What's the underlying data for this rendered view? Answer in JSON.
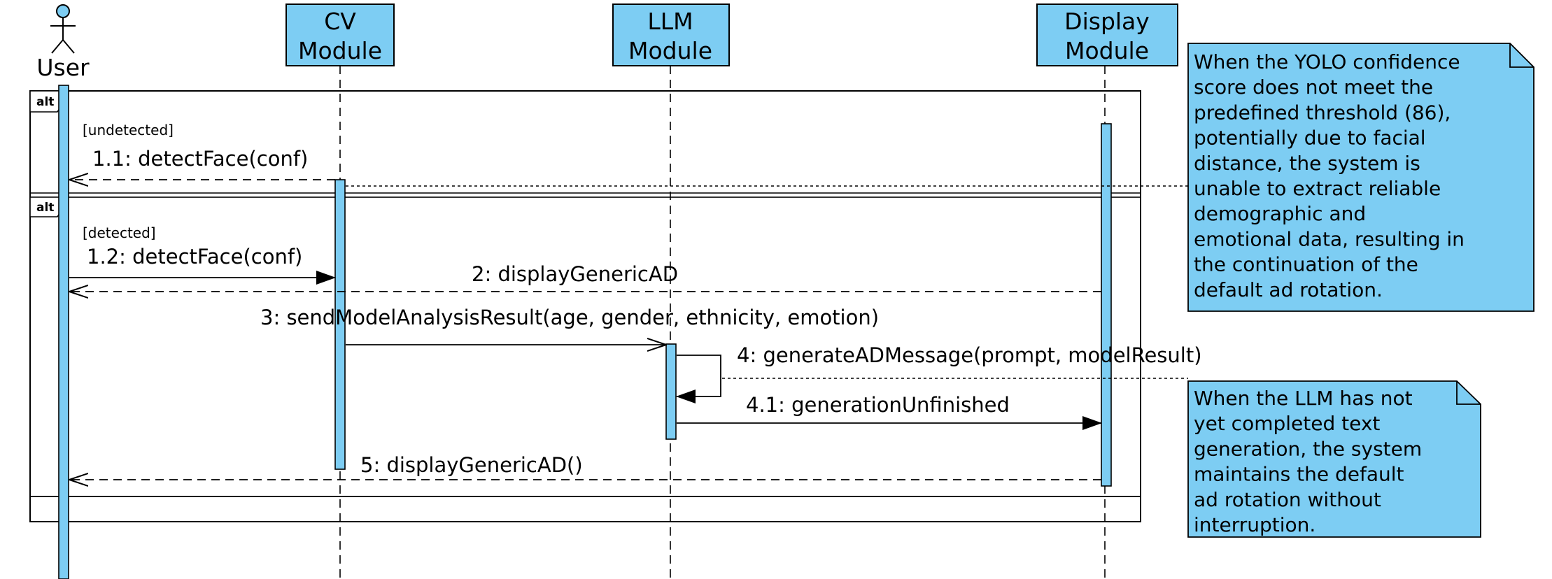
{
  "colors": {
    "fill": "#7dcdf3",
    "stroke": "#000000",
    "background": "#ffffff"
  },
  "actor": {
    "name": "User",
    "icon": "stick-figure-icon"
  },
  "lifelines": [
    {
      "id": "cv",
      "line1": "CV",
      "line2": "Module"
    },
    {
      "id": "llm",
      "line1": "LLM",
      "line2": "Module"
    },
    {
      "id": "display",
      "line1": "Display",
      "line2": "Module"
    }
  ],
  "fragments": [
    {
      "operator": "alt",
      "guard": "[undetected]"
    },
    {
      "operator": "alt",
      "guard": "[detected]"
    }
  ],
  "messages": [
    {
      "id": "m1_1",
      "label": "1.1: detectFace(conf)",
      "style": "return"
    },
    {
      "id": "m1_2",
      "label": "1.2: detectFace(conf)",
      "style": "sync"
    },
    {
      "id": "m2",
      "label": "2: displayGenericAD",
      "style": "return"
    },
    {
      "id": "m3",
      "label": "3: sendModelAnalysisResult(age, gender, ethnicity, emotion)",
      "style": "async"
    },
    {
      "id": "m4",
      "label": "4: generateADMessage(prompt, modelResult)",
      "style": "self-sync"
    },
    {
      "id": "m4_1",
      "label": "4.1: generationUnfinished",
      "style": "sync"
    },
    {
      "id": "m5",
      "label": "5: displayGenericAD()",
      "style": "return"
    }
  ],
  "notes": [
    {
      "id": "note1",
      "lines": [
        "When the YOLO confidence",
        "score does not meet the",
        "predefined threshold (86),",
        "potentially due to facial",
        "distance, the system is",
        "unable to extract reliable",
        "demographic and",
        "emotional data, resulting in",
        "the continuation of the",
        "default ad rotation."
      ]
    },
    {
      "id": "note2",
      "lines": [
        "When the LLM has not",
        "yet completed text",
        "generation, the system",
        "maintains the default",
        "ad rotation without",
        "interruption."
      ]
    }
  ]
}
